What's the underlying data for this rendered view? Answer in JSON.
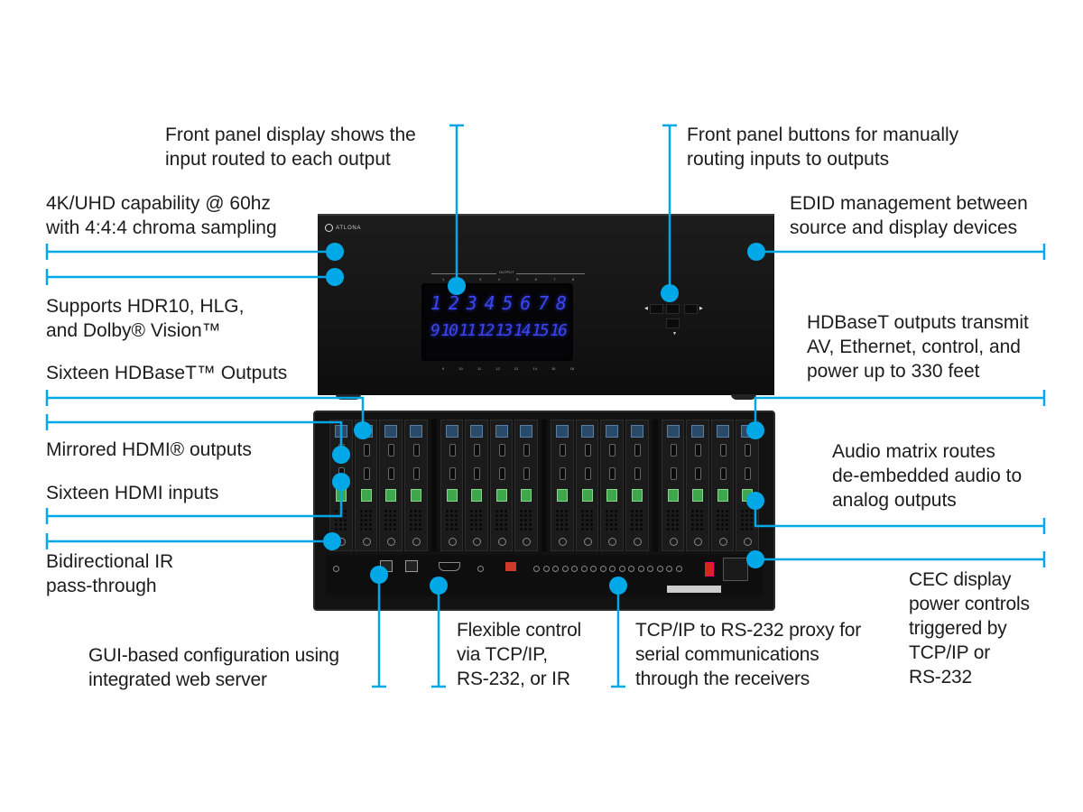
{
  "accent_color": "#00A8E8",
  "device": {
    "brand": "ATLONA",
    "front_panel": {
      "display_title": "OUTPUT",
      "top_numbers": [
        "1",
        "2",
        "3",
        "4",
        "5",
        "6",
        "7",
        "8"
      ],
      "bottom_numbers": [
        "9",
        "10",
        "11",
        "12",
        "13",
        "14",
        "15",
        "16"
      ],
      "row1": [
        "1",
        "2",
        "3",
        "4",
        "5",
        "6",
        "7",
        "8"
      ],
      "row2": [
        "9",
        "10",
        "11",
        "12",
        "13",
        "14",
        "15",
        "16"
      ],
      "display_color": "#3B46F0"
    }
  },
  "callouts": [
    {
      "id": "front-display",
      "text": "Front panel display shows the\ninput routed to each output"
    },
    {
      "id": "front-buttons",
      "text": "Front panel buttons for manually\nrouting inputs to outputs"
    },
    {
      "id": "uhd",
      "text": "4K/UHD capability @ 60hz\nwith 4:4:4 chroma sampling"
    },
    {
      "id": "edid",
      "text": "EDID management between\nsource and display devices"
    },
    {
      "id": "hdr",
      "text": "Supports HDR10, HLG,\nand Dolby® Vision™"
    },
    {
      "id": "hdbaset-range",
      "text": "HDBaseT outputs transmit\nAV, Ethernet, control, and\npower up to 330 feet"
    },
    {
      "id": "hdbaset-outputs",
      "text": "Sixteen HDBaseT™ Outputs"
    },
    {
      "id": "mirrored-hdmi",
      "text": "Mirrored HDMI® outputs"
    },
    {
      "id": "hdmi-inputs",
      "text": "Sixteen HDMI inputs"
    },
    {
      "id": "audio-matrix",
      "text": "Audio matrix routes\nde-embedded audio to\nanalog outputs"
    },
    {
      "id": "ir",
      "text": "Bidirectional IR\npass-through"
    },
    {
      "id": "cec",
      "text": "CEC display\npower controls\ntriggered by\nTCP/IP or\nRS-232"
    },
    {
      "id": "gui",
      "text": "GUI-based configuration using\nintegrated web server"
    },
    {
      "id": "flex-control",
      "text": "Flexible control\nvia TCP/IP,\nRS-232, or IR"
    },
    {
      "id": "proxy",
      "text": "TCP/IP to RS-232 proxy for\nserial communications\nthrough the receivers"
    }
  ]
}
